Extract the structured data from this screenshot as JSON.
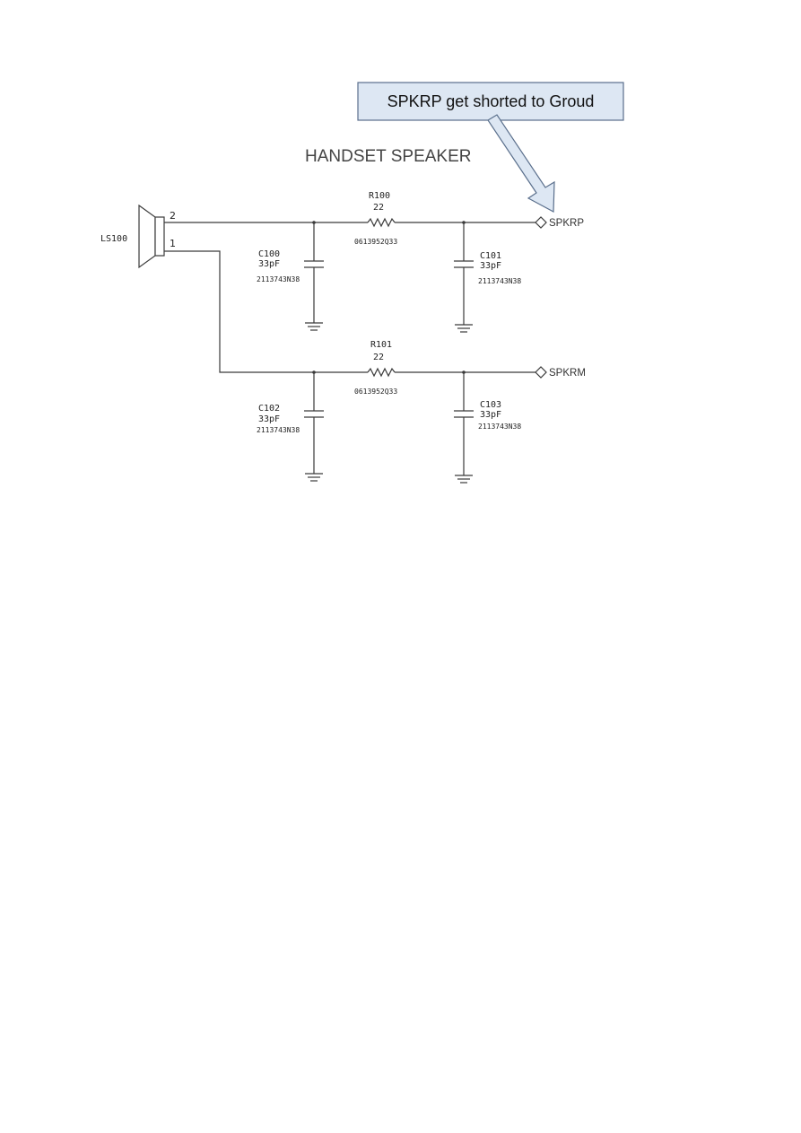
{
  "title": "HANDSET SPEAKER",
  "callout": {
    "text": "SPKRP get shorted to Groud"
  },
  "speaker": {
    "ref": "LS100",
    "pin_top": "2",
    "pin_bottom": "1"
  },
  "resistors": [
    {
      "ref": "R100",
      "value": "22",
      "part": "0613952Q33"
    },
    {
      "ref": "R101",
      "value": "22",
      "part": "0613952Q33"
    }
  ],
  "capacitors": [
    {
      "ref": "C100",
      "value": "33pF",
      "part": "2113743N38"
    },
    {
      "ref": "C101",
      "value": "33pF",
      "part": "2113743N38"
    },
    {
      "ref": "C102",
      "value": "33pF",
      "part": "2113743N38"
    },
    {
      "ref": "C103",
      "value": "33pF",
      "part": "2113743N38"
    }
  ],
  "nets": {
    "top": "SPKRP",
    "bottom": "SPKRM"
  },
  "colors": {
    "callout_fill": "#dde7f3",
    "callout_stroke": "#5a6f8c",
    "wire": "#3a3a3a"
  }
}
